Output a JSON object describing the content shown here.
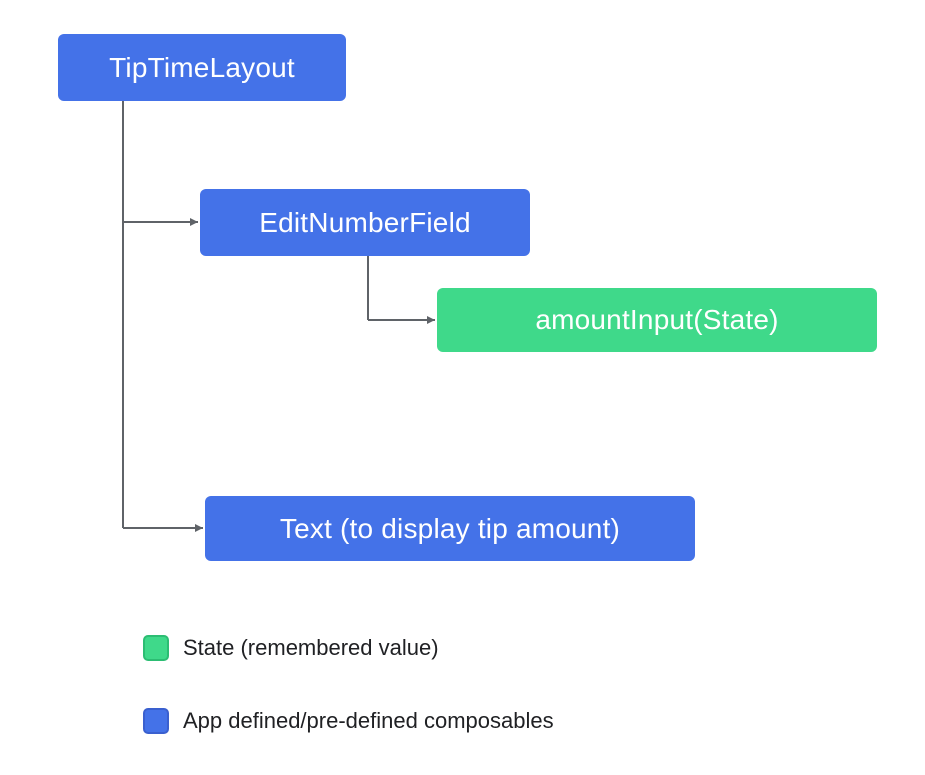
{
  "diagram": {
    "nodes": [
      {
        "id": "tiptimelayout",
        "label": "TipTimeLayout",
        "type": "composable"
      },
      {
        "id": "editnumberfield",
        "label": "EditNumberField",
        "type": "composable"
      },
      {
        "id": "amountinput",
        "label": "amountInput(State)",
        "type": "state"
      },
      {
        "id": "text-tip-amount",
        "label": "Text (to display tip amount)",
        "type": "composable"
      }
    ],
    "edges": [
      {
        "from": "TipTimeLayout",
        "to": "EditNumberField"
      },
      {
        "from": "TipTimeLayout",
        "to": "Text (to display tip amount)"
      },
      {
        "from": "EditNumberField",
        "to": "amountInput(State)"
      }
    ],
    "legend": [
      {
        "swatch": "green",
        "label": "State (remembered value)"
      },
      {
        "swatch": "blue",
        "label": "App defined/pre-defined composables"
      }
    ]
  },
  "colors": {
    "composable_blue": "#4472E8",
    "state_green": "#3FD98A",
    "arrow_gray": "#5f6368",
    "node_text": "#FFFFFF",
    "legend_text": "#202124",
    "background": "#FFFFFF"
  }
}
